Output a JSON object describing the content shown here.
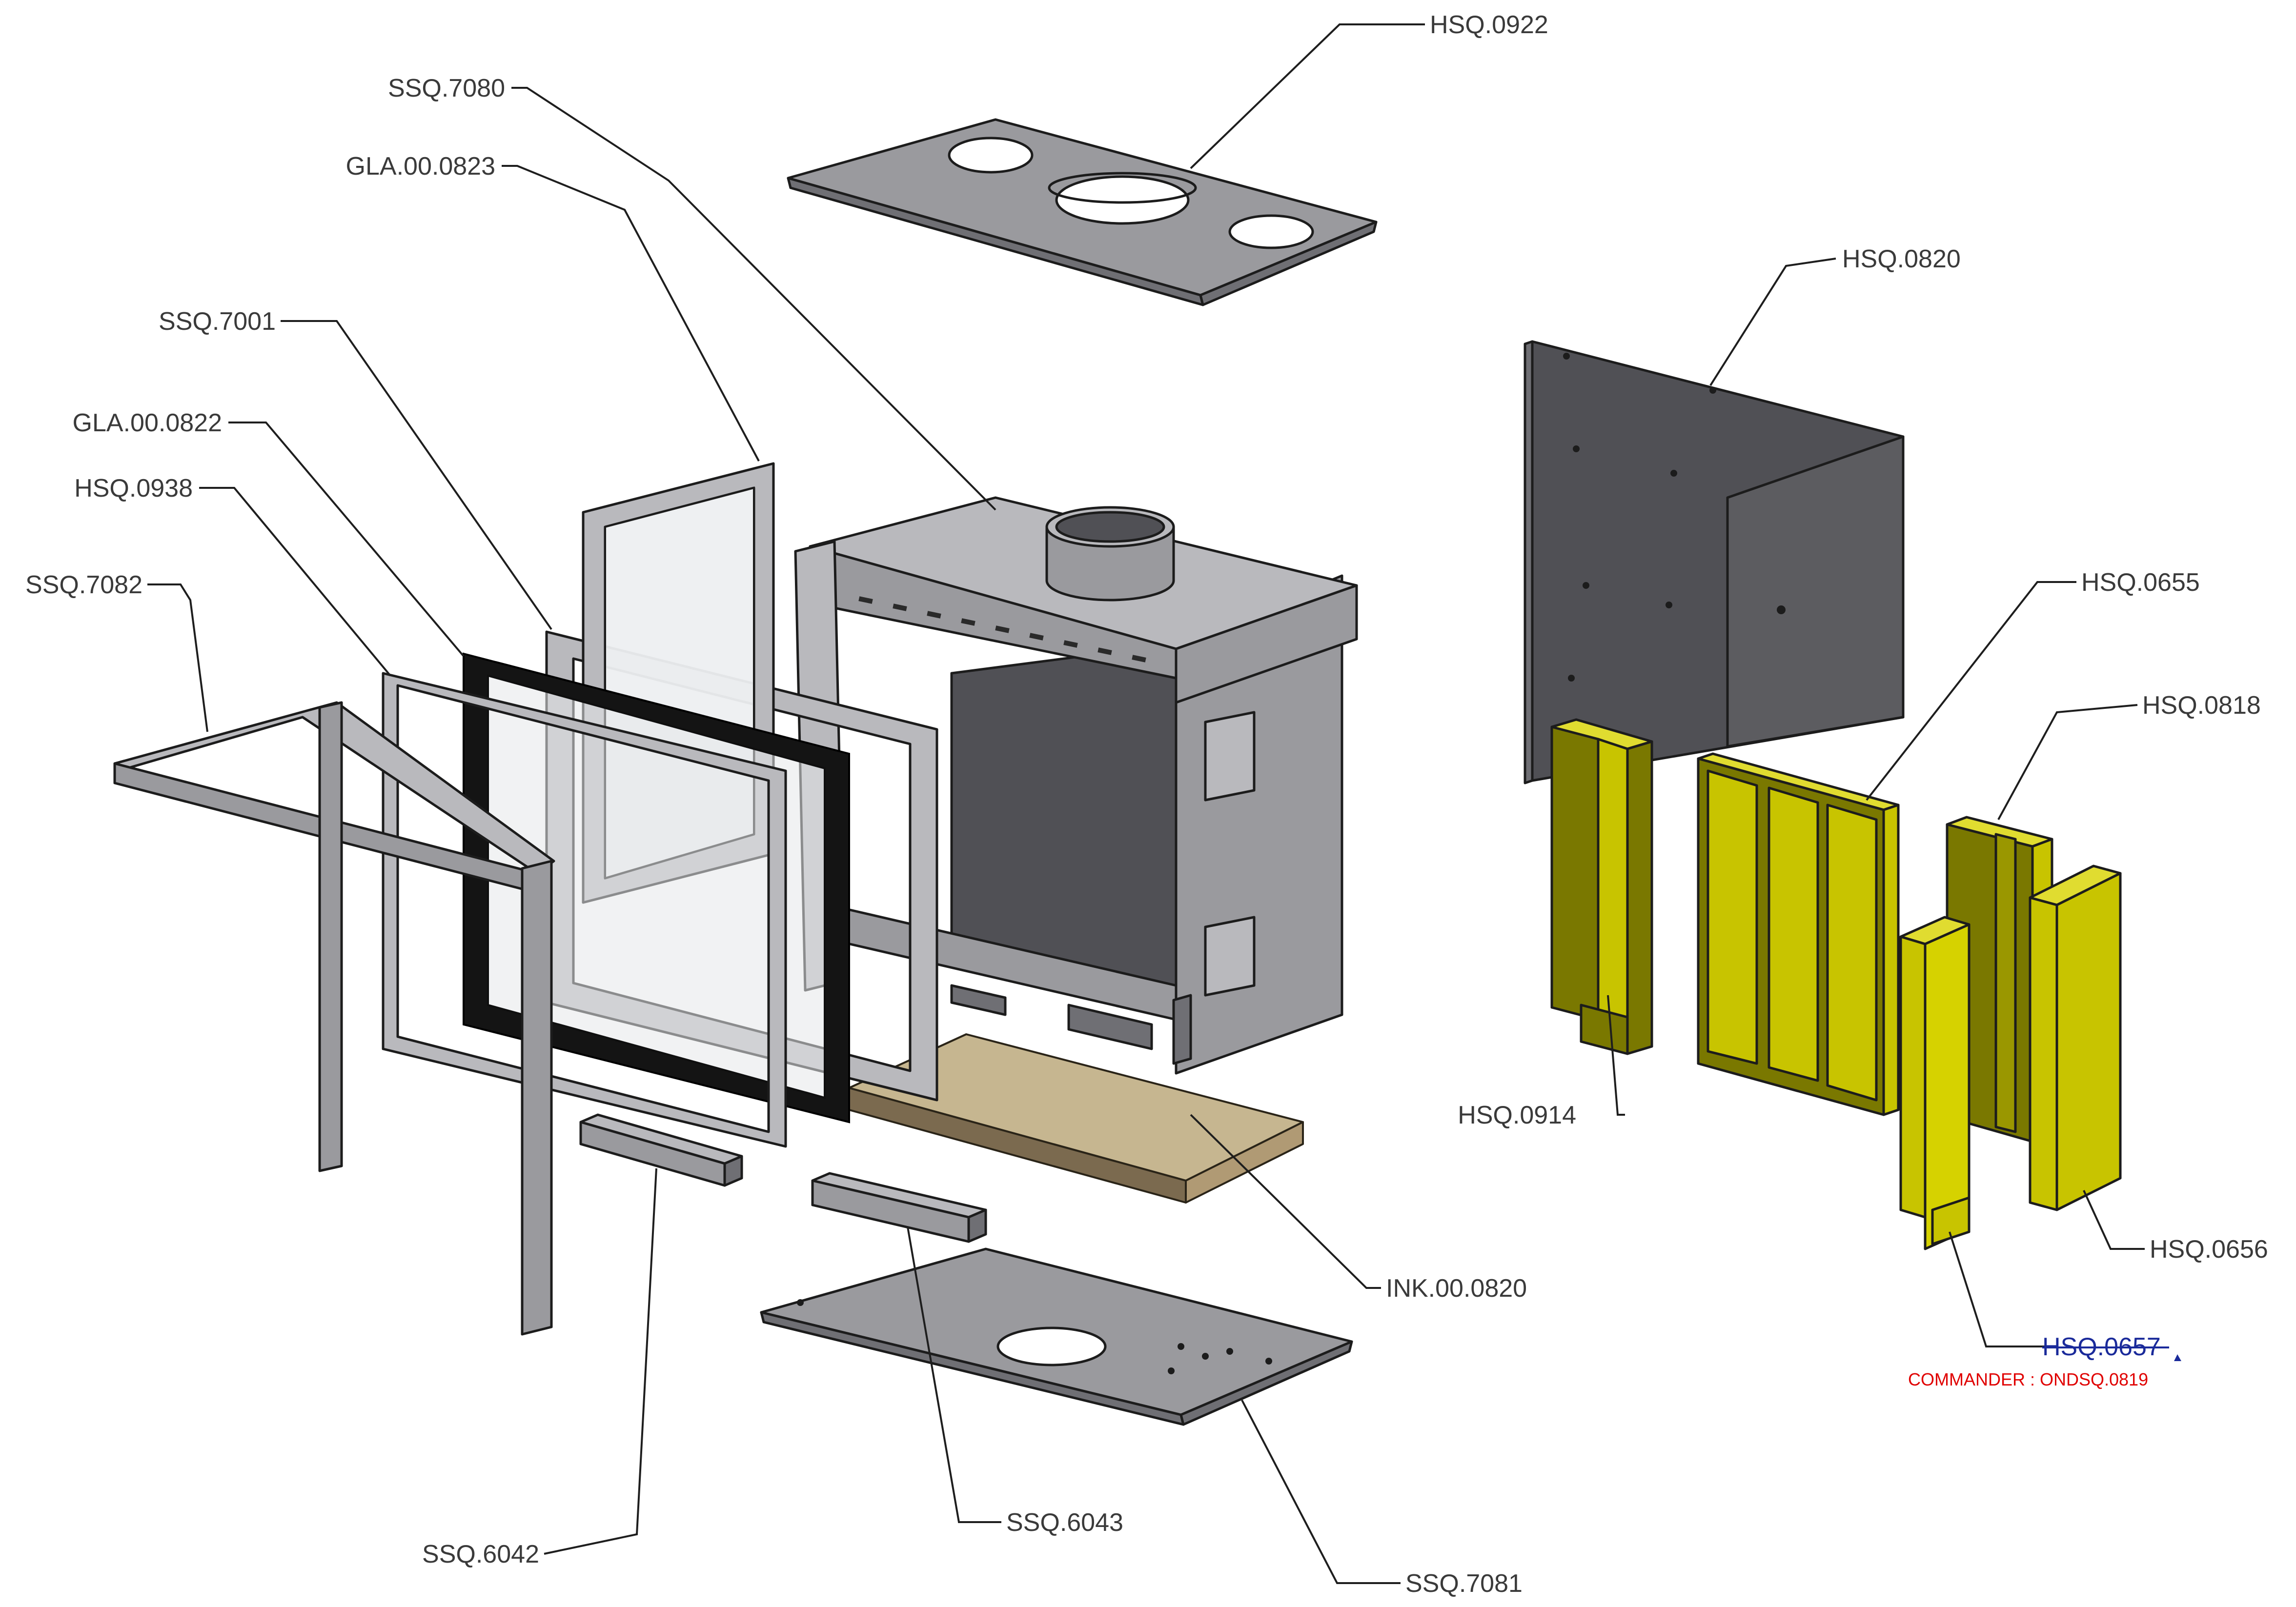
{
  "parts": [
    {
      "id": "HSQ.0922"
    },
    {
      "id": "SSQ.7080"
    },
    {
      "id": "GLA.00.0823"
    },
    {
      "id": "HSQ.0820"
    },
    {
      "id": "SSQ.7001"
    },
    {
      "id": "GLA.00.0822"
    },
    {
      "id": "HSQ.0938"
    },
    {
      "id": "SSQ.7082"
    },
    {
      "id": "HSQ.0655"
    },
    {
      "id": "HSQ.0818"
    },
    {
      "id": "HSQ.0914"
    },
    {
      "id": "HSQ.0656"
    },
    {
      "id": "INK.00.0820"
    },
    {
      "id": "HSQ.0657"
    },
    {
      "id": "SSQ.6043"
    },
    {
      "id": "SSQ.6042"
    },
    {
      "id": "SSQ.7081"
    }
  ],
  "note": "COMMANDER : ONDSQ.0819",
  "colors": {
    "metal": "#9a9a9e",
    "refractory": "#c8c400",
    "wood": "#b09a74",
    "note": "#e00000",
    "highlight_label": "#1a2a9a"
  }
}
